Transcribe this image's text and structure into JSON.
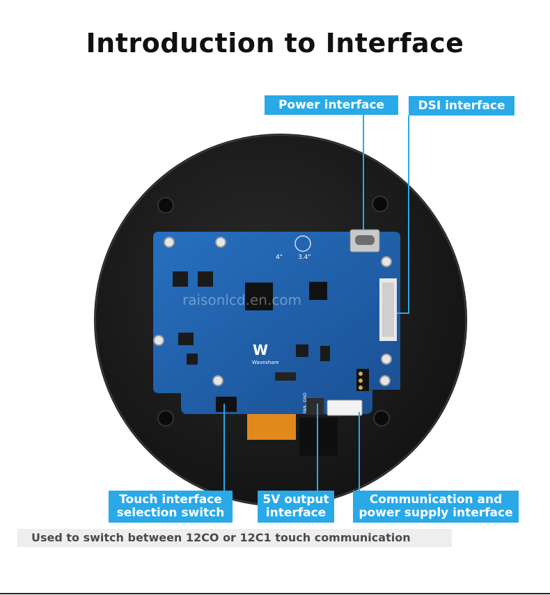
{
  "title": "Introduction to Interface",
  "labels": {
    "power": "Power interface",
    "dsi": "DSI interface",
    "touch_line1": "Touch interface",
    "touch_line2": "selection switch",
    "output_line1": "5V output",
    "output_line2": "interface",
    "comm_line1": "Communication and",
    "comm_line2": "power supply interface"
  },
  "note": "Used to switch between 12CO or 12C1 touch communication",
  "board": {
    "brand": "Waveshare",
    "size_small": "3.4\"",
    "size_large": "4\"",
    "watermark": "raisonlcd.en.com",
    "pin_fan": "FAN",
    "pin_gnd": "GND"
  },
  "colors": {
    "label_bg": "#29a9e8",
    "board_blue": "#1f5fa8",
    "case_black": "#1b1b1b",
    "ribbon_orange": "#e08a1c"
  }
}
